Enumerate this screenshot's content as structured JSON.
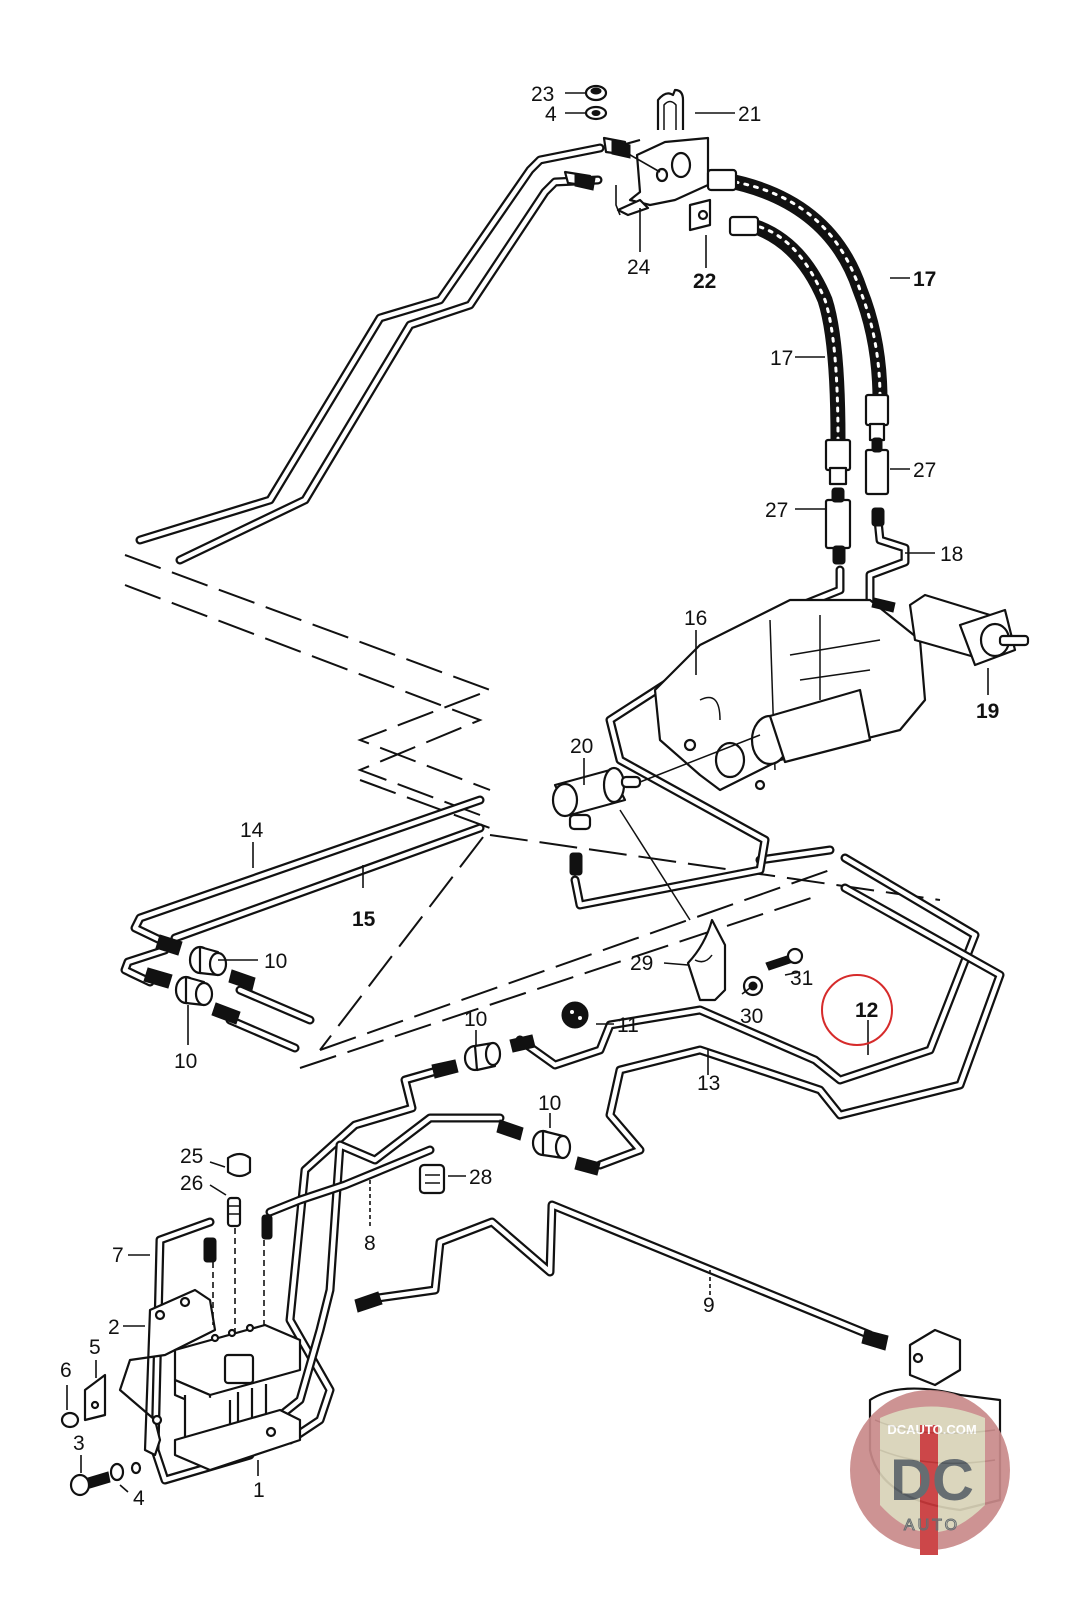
{
  "diagram": {
    "title": "Brake line / ABS hydraulic unit exploded parts diagram",
    "highlight_color": "#d62b2b",
    "highlighted_part": "12",
    "callouts": [
      {
        "id": "c1",
        "label": "1"
      },
      {
        "id": "c2",
        "label": "2"
      },
      {
        "id": "c3",
        "label": "3"
      },
      {
        "id": "c4a",
        "label": "4"
      },
      {
        "id": "c4b",
        "label": "4"
      },
      {
        "id": "c5",
        "label": "5"
      },
      {
        "id": "c6",
        "label": "6"
      },
      {
        "id": "c7",
        "label": "7"
      },
      {
        "id": "c8",
        "label": "8"
      },
      {
        "id": "c9",
        "label": "9"
      },
      {
        "id": "c10a",
        "label": "10"
      },
      {
        "id": "c10b",
        "label": "10"
      },
      {
        "id": "c10c",
        "label": "10"
      },
      {
        "id": "c10d",
        "label": "10"
      },
      {
        "id": "c11",
        "label": "11"
      },
      {
        "id": "c12",
        "label": "12"
      },
      {
        "id": "c13",
        "label": "13"
      },
      {
        "id": "c14",
        "label": "14"
      },
      {
        "id": "c15",
        "label": "15"
      },
      {
        "id": "c16",
        "label": "16"
      },
      {
        "id": "c17a",
        "label": "17"
      },
      {
        "id": "c17b",
        "label": "17"
      },
      {
        "id": "c18",
        "label": "18"
      },
      {
        "id": "c19",
        "label": "19"
      },
      {
        "id": "c20",
        "label": "20"
      },
      {
        "id": "c21",
        "label": "21"
      },
      {
        "id": "c22",
        "label": "22"
      },
      {
        "id": "c23",
        "label": "23"
      },
      {
        "id": "c24",
        "label": "24"
      },
      {
        "id": "c25",
        "label": "25"
      },
      {
        "id": "c26",
        "label": "26"
      },
      {
        "id": "c27a",
        "label": "27"
      },
      {
        "id": "c27b",
        "label": "27"
      },
      {
        "id": "c28",
        "label": "28"
      },
      {
        "id": "c29",
        "label": "29"
      },
      {
        "id": "c30",
        "label": "30"
      },
      {
        "id": "c31",
        "label": "31"
      }
    ]
  },
  "watermark": {
    "site_text": "DCAUTO.COM",
    "logo_letters": "DC",
    "logo_sub": "AUTO",
    "badge_bg_color": "#c98a8a",
    "shield_color": "#d9d3b8",
    "letter_color": "#5a6166",
    "stripe_color": "#c8383a"
  }
}
